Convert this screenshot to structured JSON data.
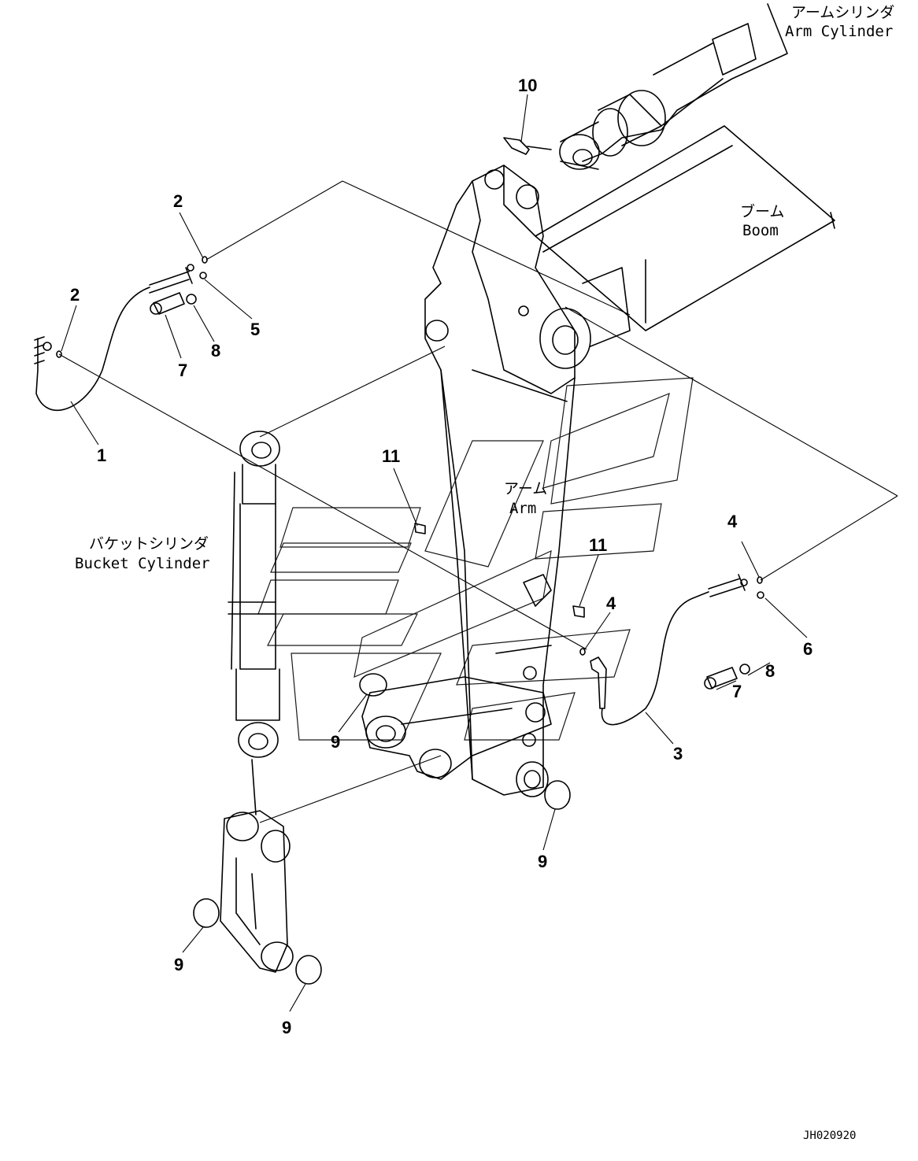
{
  "labels": {
    "arm_cylinder_jp": "アームシリンダ",
    "arm_cylinder_en": "Arm Cylinder",
    "boom_jp": "ブーム",
    "boom_en": "Boom",
    "arm_jp": "アーム",
    "arm_en": "Arm",
    "bucket_cylinder_jp": "バケットシリンダ",
    "bucket_cylinder_en": "Bucket Cylinder"
  },
  "callouts": {
    "c1": "1",
    "c2a": "2",
    "c2b": "2",
    "c3": "3",
    "c4a": "4",
    "c4b": "4",
    "c5": "5",
    "c6": "6",
    "c7a": "7",
    "c7b": "7",
    "c8a": "8",
    "c8b": "8",
    "c9a": "9",
    "c9b": "9",
    "c9c": "9",
    "c9d": "9",
    "c10": "10",
    "c11a": "11",
    "c11b": "11"
  },
  "drawing_code": "JH020920"
}
